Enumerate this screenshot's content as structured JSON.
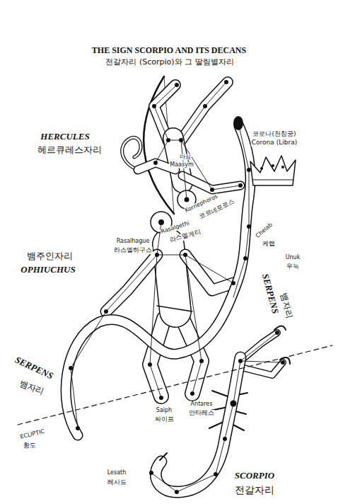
{
  "diagram": {
    "title": "THE SIGN SCORPIO AND ITS DECANS",
    "labels": [
      "전갈자리 (Scorpio)와 그 딸림별자리",
      "코로나(천칭궁)",
      "Corona (Libra)",
      "HERCULES",
      "헤르큐레스자리",
      "마심",
      "Maasym",
      "Kornephoros",
      "코르네포로스",
      "Rasalgethi",
      "라스엘게티",
      "Rasalhague",
      "라스엘하구스",
      "뱀주인자리",
      "OPHIUCHUS",
      "Chelab",
      "케랩",
      "Unuk",
      "우눅",
      "SERPENS",
      "뱀자리",
      "SERPENS",
      "뱀자리",
      "Antares",
      "안타레스",
      "Saiph",
      "싸이프",
      "ECLIPTIC",
      "황도",
      "Lesath",
      "레사드",
      "SCORPIO",
      "전갈자리"
    ]
  }
}
